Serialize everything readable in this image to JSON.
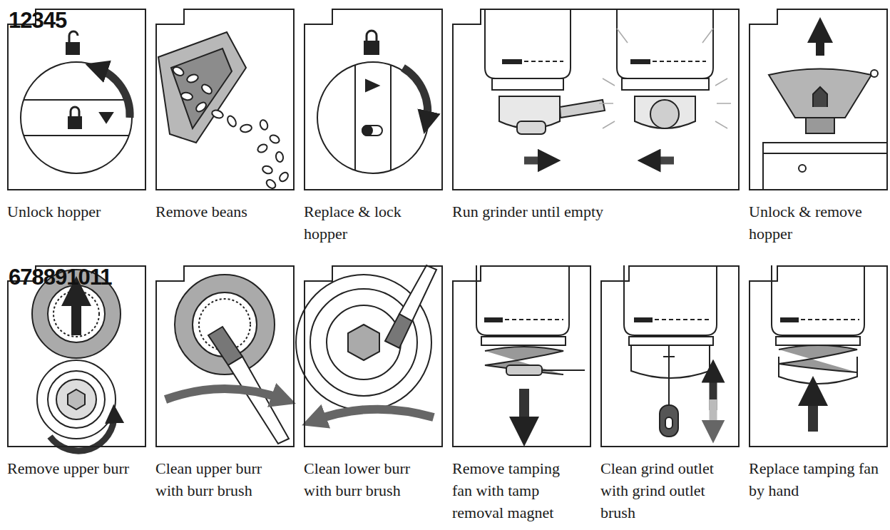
{
  "diagram": {
    "nodes": [
      {
        "text": [
          "Unlock hopper"
        ]
      },
      {
        "text": [
          "Remove beans"
        ]
      },
      {
        "text": [
          "Replace & lock hopper"
        ]
      },
      {
        "text": [
          "Run grinder until empty"
        ]
      },
      {
        "text": [
          "Unlock & remove hopper"
        ]
      },
      {
        "text": [
          "Remove upper burr"
        ]
      },
      {
        "text": [
          "Clean upper burr with burr brush"
        ]
      },
      {
        "text": [
          "Clean lower burr with burr brush"
        ]
      },
      {
        "text": [
          "Remove tamping fan with tamp removal magnet"
        ]
      },
      {
        "text": [
          "Clean grind outlet with grind outlet brush"
        ]
      },
      {
        "text": [
          "Replace tamping fan by hand"
        ]
      }
    ],
    "labels": [
      "12345",
      "678891011"
    ]
  }
}
